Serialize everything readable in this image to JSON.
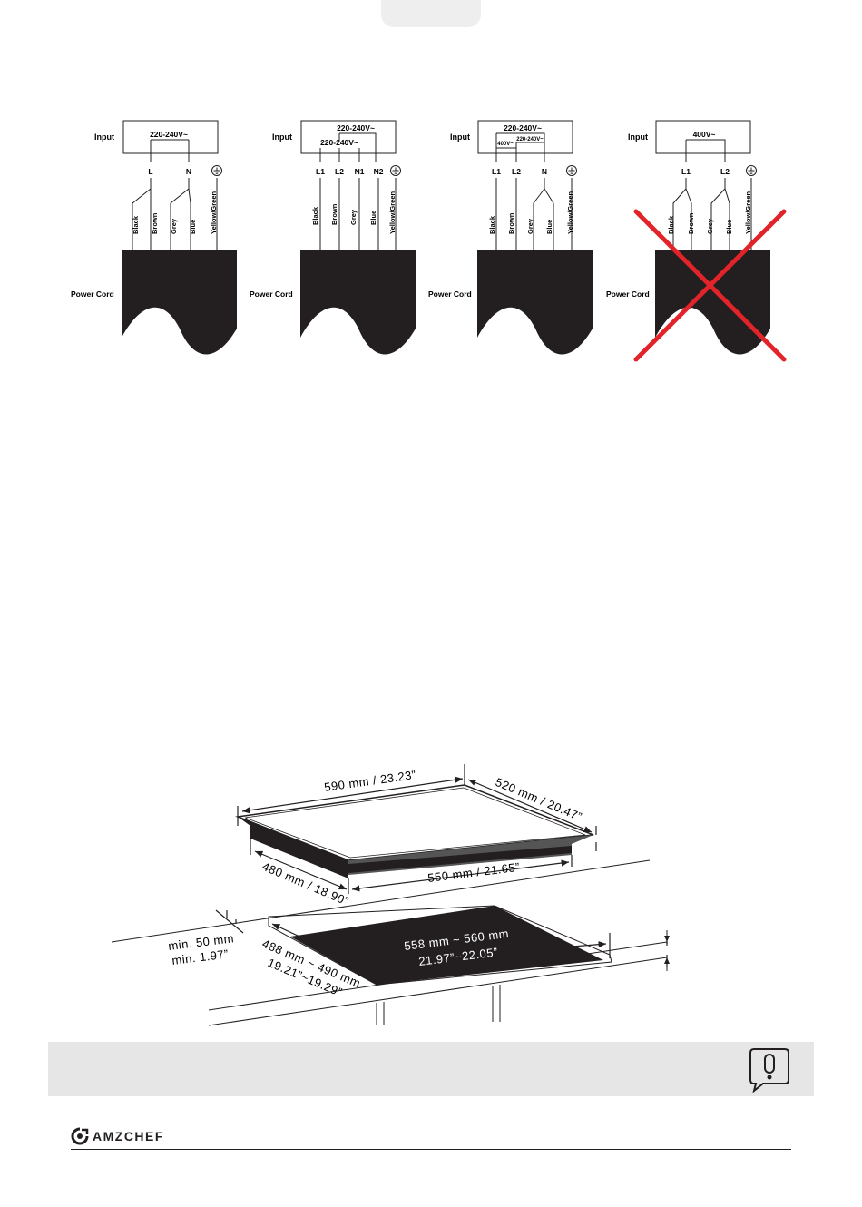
{
  "wiring": {
    "input_label": "Input",
    "power_cord_label": "Power Cord",
    "wire_colors": [
      "Black",
      "Brown",
      "Grey",
      "Blue",
      "Yellow/Green"
    ],
    "diagrams": [
      {
        "voltage_top": "220-240V~",
        "voltage_inner": "",
        "voltage_inner2": "",
        "terminals": [
          "L",
          "N"
        ],
        "prohibited": false
      },
      {
        "voltage_top": "220-240V~",
        "voltage_inner": "220-240V~",
        "voltage_inner2": "",
        "terminals": [
          "L1",
          "L2",
          "N1",
          "N2"
        ],
        "prohibited": false
      },
      {
        "voltage_top": "220-240V~",
        "voltage_inner": "400V~",
        "voltage_inner2": "220-240V~",
        "terminals": [
          "L1",
          "L2",
          "N"
        ],
        "prohibited": false
      },
      {
        "voltage_top": "400V~",
        "voltage_inner": "",
        "voltage_inner2": "",
        "terminals": [
          "L1",
          "L2"
        ],
        "prohibited": true
      }
    ],
    "cross_color": "#e2232a"
  },
  "installation": {
    "hob_width": "590 mm / 23.23”",
    "hob_depth": "520 mm / 20.47”",
    "body_width": "550 mm / 21.65”",
    "body_depth": "480 mm / 18.90”",
    "cutout_width_mm": "558 mm ~ 560 mm",
    "cutout_width_in": "21.97”~22.05”",
    "cutout_depth_mm": "488 mm ~ 490 mm",
    "cutout_depth_in": "19.21”~19.29”",
    "min_gap_mm": "min. 50 mm",
    "min_gap_in": "min. 1.97”"
  },
  "note": {
    "icon": "warning-speech-icon"
  },
  "footer": {
    "brand": "AMZCHEF",
    "logo_icon": "amzchef-logo-icon"
  }
}
